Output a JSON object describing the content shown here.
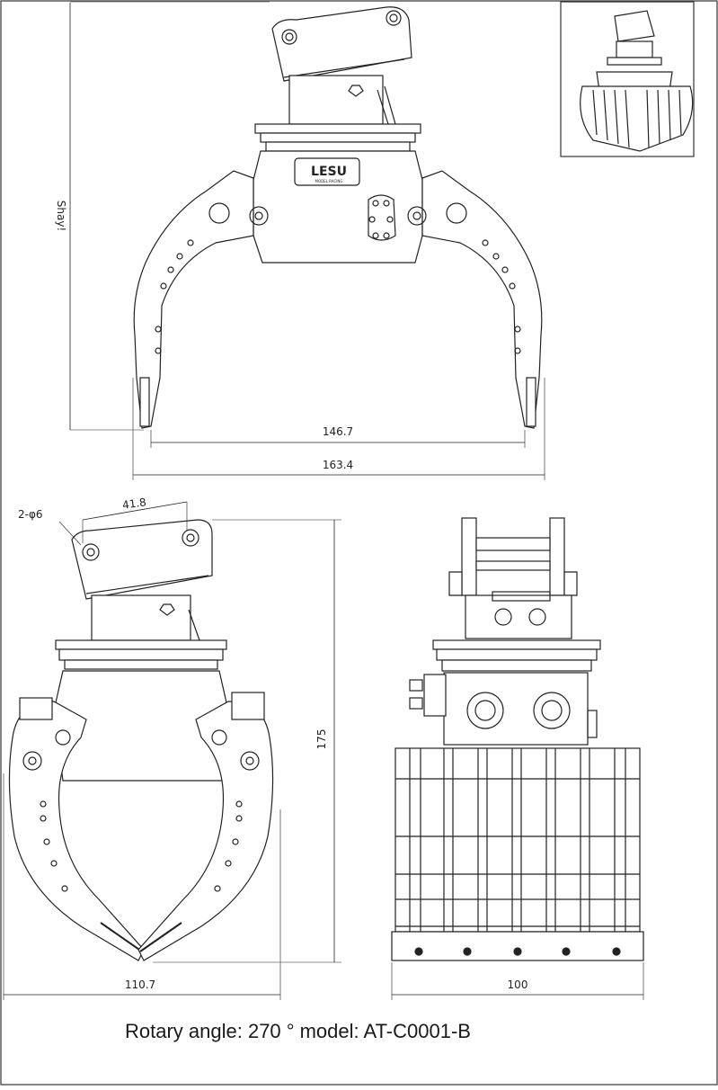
{
  "drawing": {
    "brand": "LESU",
    "brand_sub": "MODEL RACING",
    "dimensions": {
      "front_height_label": "Shay!",
      "inner_width": "146.7",
      "outer_width": "163.4",
      "hole_spacing": "41.8",
      "hole_callout": "2-φ6",
      "total_height": "175",
      "side_width": "110.7",
      "rear_width": "100"
    }
  },
  "caption": {
    "rotary_label": "Rotary angle: 270 °",
    "model_label": "model: AT-C0001-B"
  }
}
